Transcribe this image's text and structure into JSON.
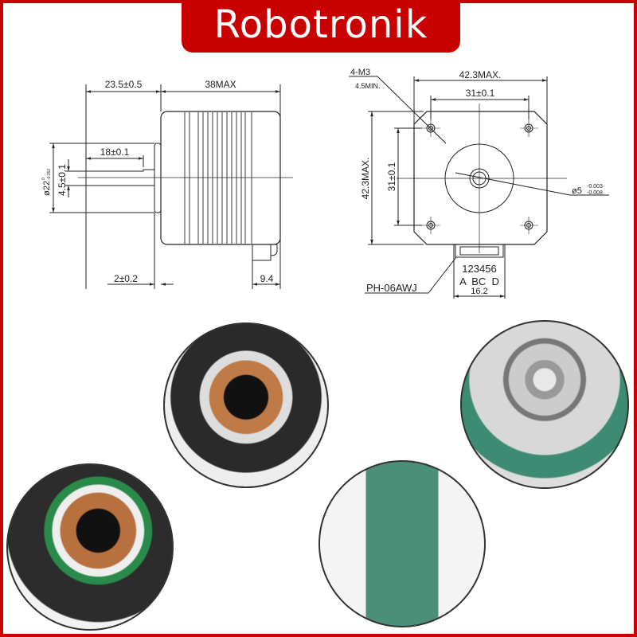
{
  "brand": {
    "name": "Robotronik",
    "color": "#c80000"
  },
  "side_view": {
    "shaft_extension": "23.5±0.5",
    "body_length": "38MAX",
    "shaft_flat": "18±0.1",
    "boss_diameter_main": "ø22",
    "boss_diameter_tol_upper": "0",
    "boss_diameter_tol_lower": "-0.052",
    "flat_height": "4.5±0.1",
    "boss_thickness": "2±0.2",
    "connector_offset": "9.4"
  },
  "front_view": {
    "mount_holes": "4-M3",
    "hole_depth": "4.5MIN.",
    "width": "42.3MAX.",
    "hole_spacing_h": "31±0.1",
    "height": "42.3MAX.",
    "hole_spacing_v": "31±0.1",
    "shaft_diameter": "ø5",
    "shaft_tol_upper": "-0.003",
    "shaft_tol_lower": "-0.008",
    "connector_type": "PH-06AWJ",
    "pins": "123456",
    "pin_phases": "A  BC  D",
    "connector_width": "16.2"
  }
}
